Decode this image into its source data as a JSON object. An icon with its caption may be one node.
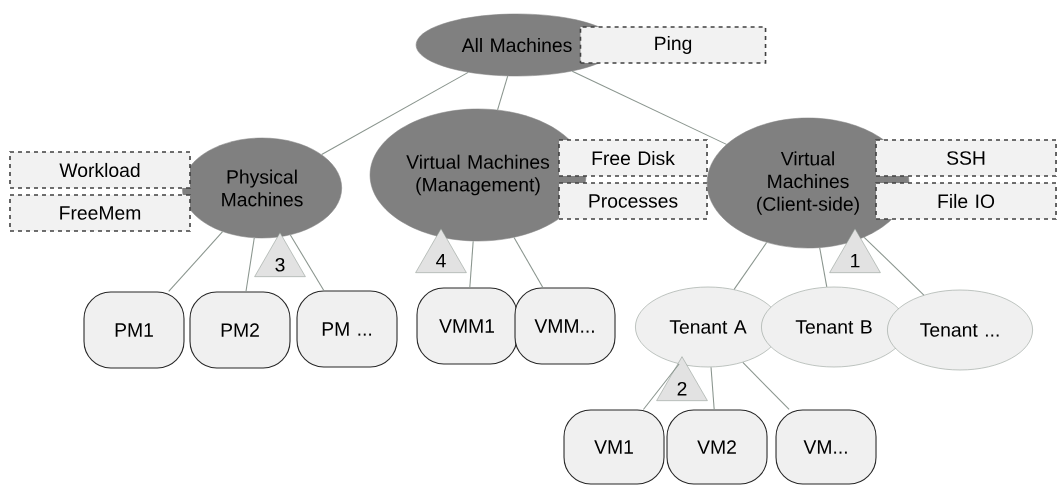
{
  "diagram": {
    "nodes": [
      {
        "text": [
          "All Machines"
        ]
      },
      {
        "text": [
          "Ping"
        ]
      },
      {
        "text": [
          "Physical Machines"
        ]
      },
      {
        "text": [
          "Workload"
        ]
      },
      {
        "text": [
          "FreeMem"
        ]
      },
      {
        "text": [
          "Virtual Machines (Management)"
        ]
      },
      {
        "text": [
          "Free Disk"
        ]
      },
      {
        "text": [
          "Processes"
        ]
      },
      {
        "text": [
          "Virtual Machines (Client-side)"
        ]
      },
      {
        "text": [
          "SSH"
        ]
      },
      {
        "text": [
          "File IO"
        ]
      },
      {
        "text": [
          "3"
        ]
      },
      {
        "text": [
          "4"
        ]
      },
      {
        "text": [
          "1"
        ]
      },
      {
        "text": [
          "PM1"
        ]
      },
      {
        "text": [
          "PM2"
        ]
      },
      {
        "text": [
          "PM ..."
        ]
      },
      {
        "text": [
          "VMM1"
        ]
      },
      {
        "text": [
          "VMM..."
        ]
      },
      {
        "text": [
          "Tenant A"
        ]
      },
      {
        "text": [
          "Tenant B"
        ]
      },
      {
        "text": [
          "Tenant ..."
        ]
      },
      {
        "text": [
          "2"
        ]
      },
      {
        "text": [
          "VM1"
        ]
      },
      {
        "text": [
          "VM2"
        ]
      },
      {
        "text": [
          "VM..."
        ]
      }
    ],
    "edges": [
      {
        "from": 0,
        "to": 2,
        "arrow": "none"
      },
      {
        "from": 0,
        "to": 5,
        "arrow": "none"
      },
      {
        "from": 0,
        "to": 8,
        "arrow": "none"
      },
      {
        "from": 2,
        "to": 14,
        "arrow": "none"
      },
      {
        "from": 2,
        "to": 15,
        "arrow": "none"
      },
      {
        "from": 2,
        "to": 16,
        "arrow": "none"
      },
      {
        "from": 5,
        "to": 17,
        "arrow": "none"
      },
      {
        "from": 5,
        "to": 18,
        "arrow": "none"
      },
      {
        "from": 8,
        "to": 19,
        "arrow": "none"
      },
      {
        "from": 8,
        "to": 20,
        "arrow": "none"
      },
      {
        "from": 8,
        "to": 21,
        "arrow": "none"
      },
      {
        "from": 19,
        "to": 23,
        "arrow": "none"
      },
      {
        "from": 19,
        "to": 24,
        "arrow": "none"
      },
      {
        "from": 19,
        "to": 25,
        "arrow": "none"
      }
    ]
  }
}
